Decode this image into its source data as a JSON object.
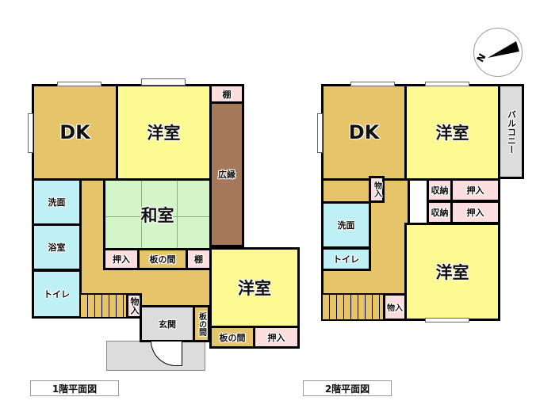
{
  "compass": {
    "label": "N",
    "icon": "north-arrow-icon"
  },
  "floor1": {
    "caption": "1階平面図",
    "rooms": {
      "dk": "DK",
      "yoshitsu_top": "洋室",
      "tana_top": "棚",
      "hiroen": "広縁",
      "senmen": "洗面",
      "washitsu": "和室",
      "yokushitsu": "浴室",
      "oshiire": "押入",
      "itanoma": "板の間",
      "tana": "棚",
      "toilet": "トイレ",
      "monoire": "物入",
      "genkan": "玄関",
      "itanoma_vertical": "板の間",
      "yoshitsu_right": "洋室",
      "itanoma_bottom": "板の間",
      "oshiire_bottom": "押入"
    }
  },
  "floor2": {
    "caption": "2階平面図",
    "rooms": {
      "dk": "DK",
      "yoshitsu_top": "洋室",
      "balcony": "バルコニー",
      "monoire_top": "物入",
      "shuno1": "収納",
      "oshiire1": "押入",
      "shuno2": "収納",
      "oshiire2": "押入",
      "senmen": "洗面",
      "toilet": "トイレ",
      "yoshitsu_bottom": "洋室",
      "monoire_bottom": "物入"
    }
  },
  "colors": {
    "dk": "#e6c46a",
    "yoshitsu": "#fdfa92",
    "washitsu": "#d4f5c8",
    "hiroen": "#a5785a",
    "wet": "#bff0f5",
    "storage": "#fcdede",
    "outdoor": "#dcdcdc"
  }
}
